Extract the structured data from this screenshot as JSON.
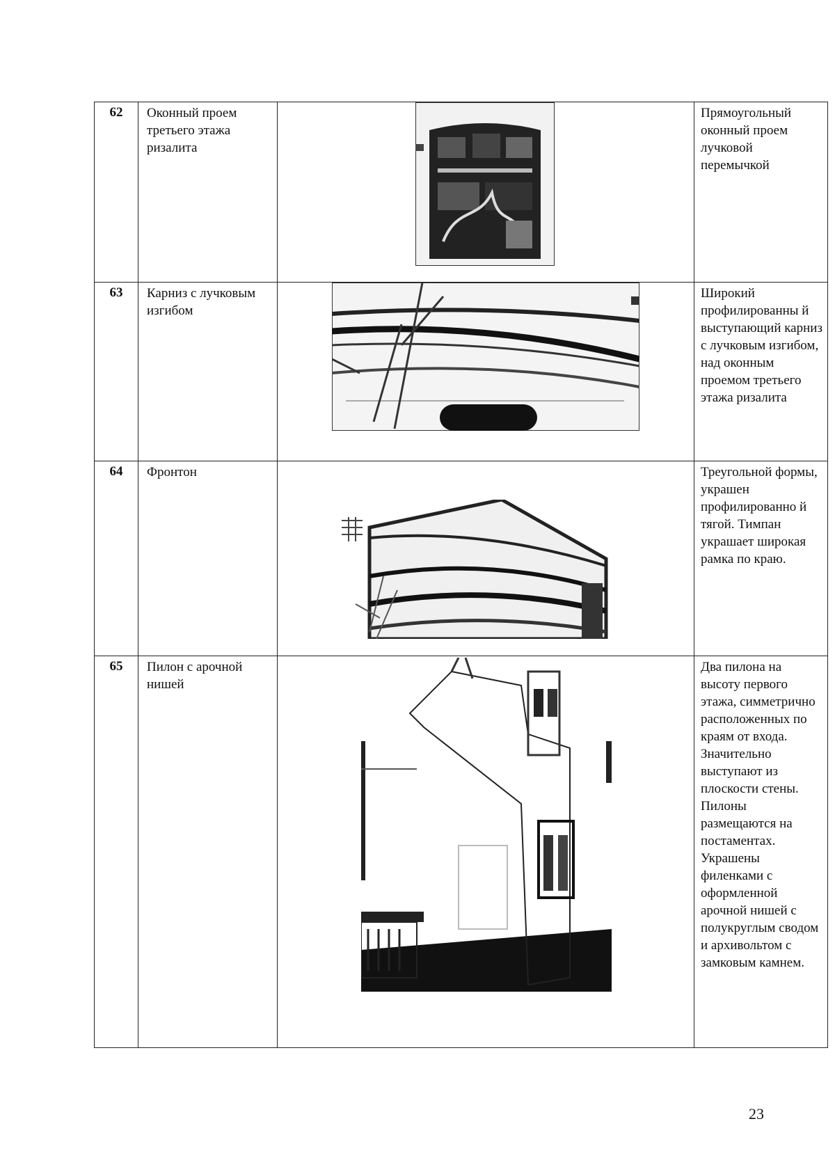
{
  "rows": [
    {
      "num": "62",
      "name": "Оконный проем третьего этажа ризалита",
      "desc": "Прямоугольный оконный проем лучковой перемычкой",
      "photo_icon": "window-photo"
    },
    {
      "num": "63",
      "name": "Карниз с лучковым изгибом",
      "desc": "Широкий профилированны й выступающий карниз с лучковым изгибом, над оконным проемом третьего этажа ризалита",
      "photo_icon": "cornice-photo"
    },
    {
      "num": "64",
      "name": "Фронтон",
      "desc": "Треугольной формы, украшен профилированно й тягой. Тимпан украшает широкая рамка по краю.",
      "photo_icon": "pediment-photo"
    },
    {
      "num": "65",
      "name": "Пилон с арочной нишей",
      "desc": "Два пилона на высоту первого этажа, симметрично расположенных по краям от входа. Значительно выступают из плоскости стены. Пилоны размещаются на постаментах. Украшены филенками с оформленной арочной нишей с полукруглым сводом и архивольтом с замковым камнем.",
      "photo_icon": "pylon-photo"
    }
  ],
  "page_number": "23"
}
